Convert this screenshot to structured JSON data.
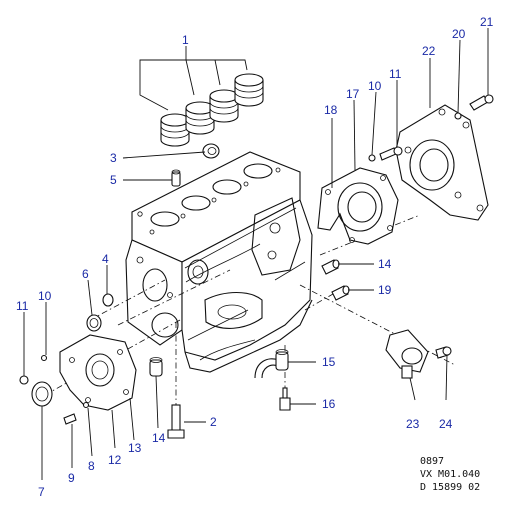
{
  "callouts": {
    "c1": "1",
    "c2": "2",
    "c3": "3",
    "c4": "4",
    "c5": "5",
    "c6": "6",
    "c7": "7",
    "c8": "8",
    "c9": "9",
    "c10a": "10",
    "c10b": "10",
    "c11a": "11",
    "c11b": "11",
    "c12": "12",
    "c13": "13",
    "c14a": "14",
    "c14b": "14",
    "c15": "15",
    "c16": "16",
    "c17": "17",
    "c18": "18",
    "c19": "19",
    "c20": "20",
    "c21": "21",
    "c22": "22",
    "c23": "23",
    "c24": "24"
  },
  "reference": {
    "line1": "0897",
    "line2": "VX M01.040",
    "line3": "D 15899 02"
  }
}
